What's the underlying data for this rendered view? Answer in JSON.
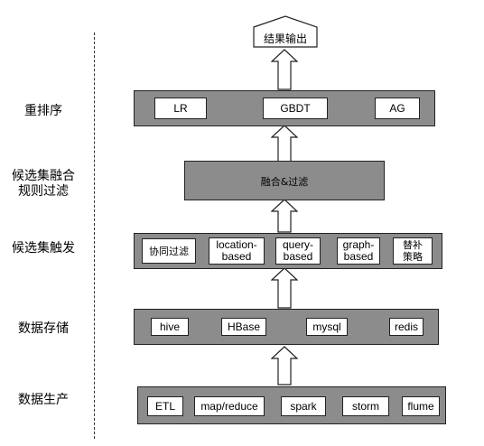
{
  "stages": {
    "rerank": "重排序",
    "fusion_line1": "候选集融合",
    "fusion_line2": "规则过滤",
    "trigger": "候选集触发",
    "storage": "数据存储",
    "production": "数据生产"
  },
  "output": {
    "label": "结果输出"
  },
  "rerank_layer": {
    "nodes": [
      "LR",
      "GBDT",
      "AG"
    ]
  },
  "fusion_layer": {
    "label": "融合&过滤"
  },
  "trigger_layer": {
    "nodes": [
      {
        "line1": "协同过滤",
        "line2": ""
      },
      {
        "line1": "location-",
        "line2": "based"
      },
      {
        "line1": "query-",
        "line2": "based"
      },
      {
        "line1": "graph-",
        "line2": "based"
      },
      {
        "line1": "替补",
        "line2": "策略"
      }
    ]
  },
  "storage_layer": {
    "nodes": [
      "hive",
      "HBase",
      "mysql",
      "redis"
    ]
  },
  "production_layer": {
    "nodes": [
      "ETL",
      "map/reduce",
      "spark",
      "storm",
      "flume"
    ]
  }
}
